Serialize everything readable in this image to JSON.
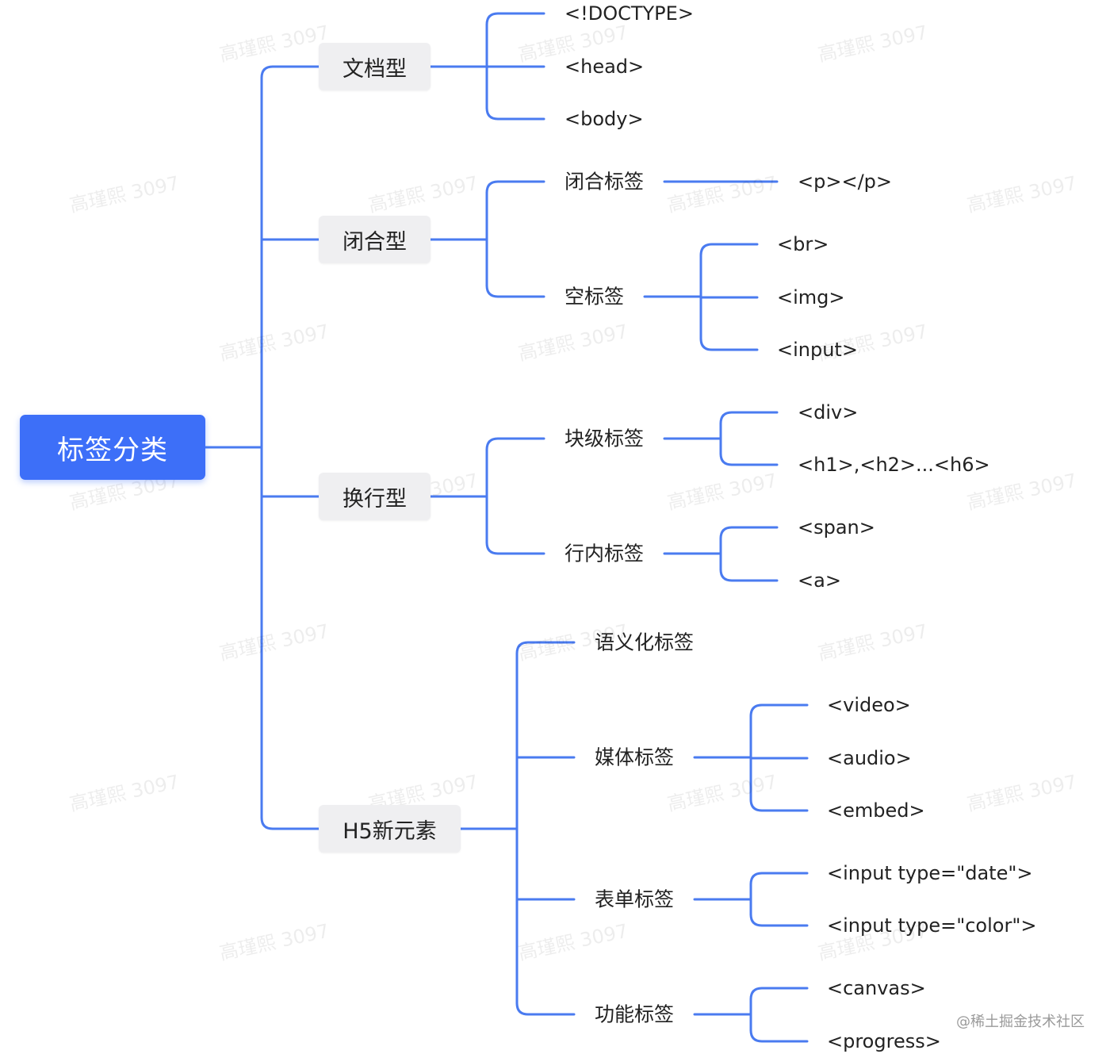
{
  "root": {
    "label": "标签分类"
  },
  "categories": [
    {
      "label": "文档型",
      "children": [
        {
          "label": "<!DOCTYPE>"
        },
        {
          "label": "<head>"
        },
        {
          "label": "<body>"
        }
      ]
    },
    {
      "label": "闭合型",
      "children": [
        {
          "label": "闭合标签",
          "children": [
            {
              "label": "<p></p>"
            }
          ]
        },
        {
          "label": "空标签",
          "children": [
            {
              "label": "<br>"
            },
            {
              "label": "<img>"
            },
            {
              "label": "<input>"
            }
          ]
        }
      ]
    },
    {
      "label": "换行型",
      "children": [
        {
          "label": "块级标签",
          "children": [
            {
              "label": "<div>"
            },
            {
              "label": "<h1>,<h2>...<h6>"
            }
          ]
        },
        {
          "label": "行内标签",
          "children": [
            {
              "label": "<span>"
            },
            {
              "label": "<a>"
            }
          ]
        }
      ]
    },
    {
      "label": "H5新元素",
      "children": [
        {
          "label": "语义化标签"
        },
        {
          "label": "媒体标签",
          "children": [
            {
              "label": "<video>"
            },
            {
              "label": "<audio>"
            },
            {
              "label": "<embed>"
            }
          ]
        },
        {
          "label": "表单标签",
          "children": [
            {
              "label": "<input type=\"date\">"
            },
            {
              "label": "<input type=\"color\">"
            }
          ]
        },
        {
          "label": "功能标签",
          "children": [
            {
              "label": "<canvas>"
            },
            {
              "label": "<progress>"
            }
          ]
        }
      ]
    }
  ],
  "watermark": "高瑾熙 3097",
  "credit": "@稀土掘金技术社区",
  "colors": {
    "root": "#3d6ff8",
    "connector": "#4a7bf0",
    "node_bg": "#efeff1"
  }
}
